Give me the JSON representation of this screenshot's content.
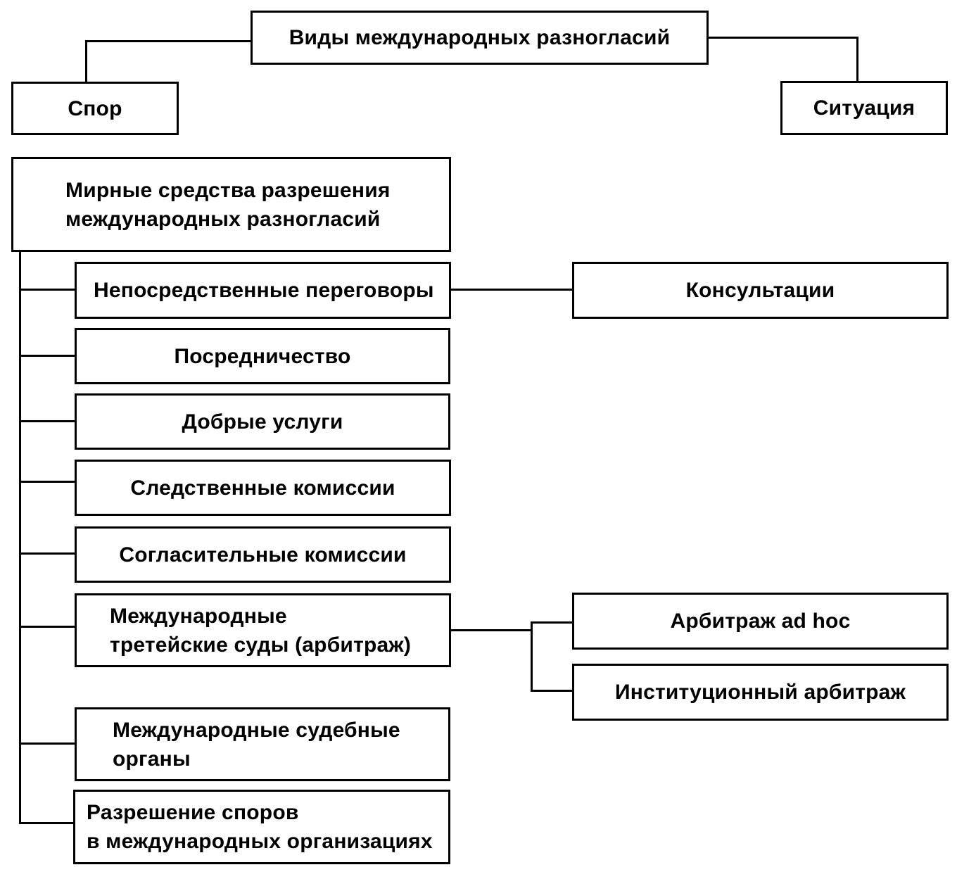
{
  "top": {
    "title": "Виды международных разногласий",
    "dispute": "Спор",
    "situation": "Ситуация"
  },
  "means": {
    "title_line1": "Мирные средства разрешения",
    "title_line2": "международных разногласий",
    "items": [
      "Непосредственные переговоры",
      "Посредничество",
      "Добрые услуги",
      "Следственные комиссии",
      "Согласительные комиссии"
    ],
    "arbitration_line1": "Международные",
    "arbitration_line2": "третейские суды (арбитраж)",
    "courts_line1": "Международные судебные",
    "courts_line2": "органы",
    "orgs_line1": "Разрешение споров",
    "orgs_line2": "в международных организациях"
  },
  "right": {
    "consultations": "Консультации",
    "adhoc": "Арбитраж ad hoc",
    "institutional": "Институционный арбитраж"
  }
}
